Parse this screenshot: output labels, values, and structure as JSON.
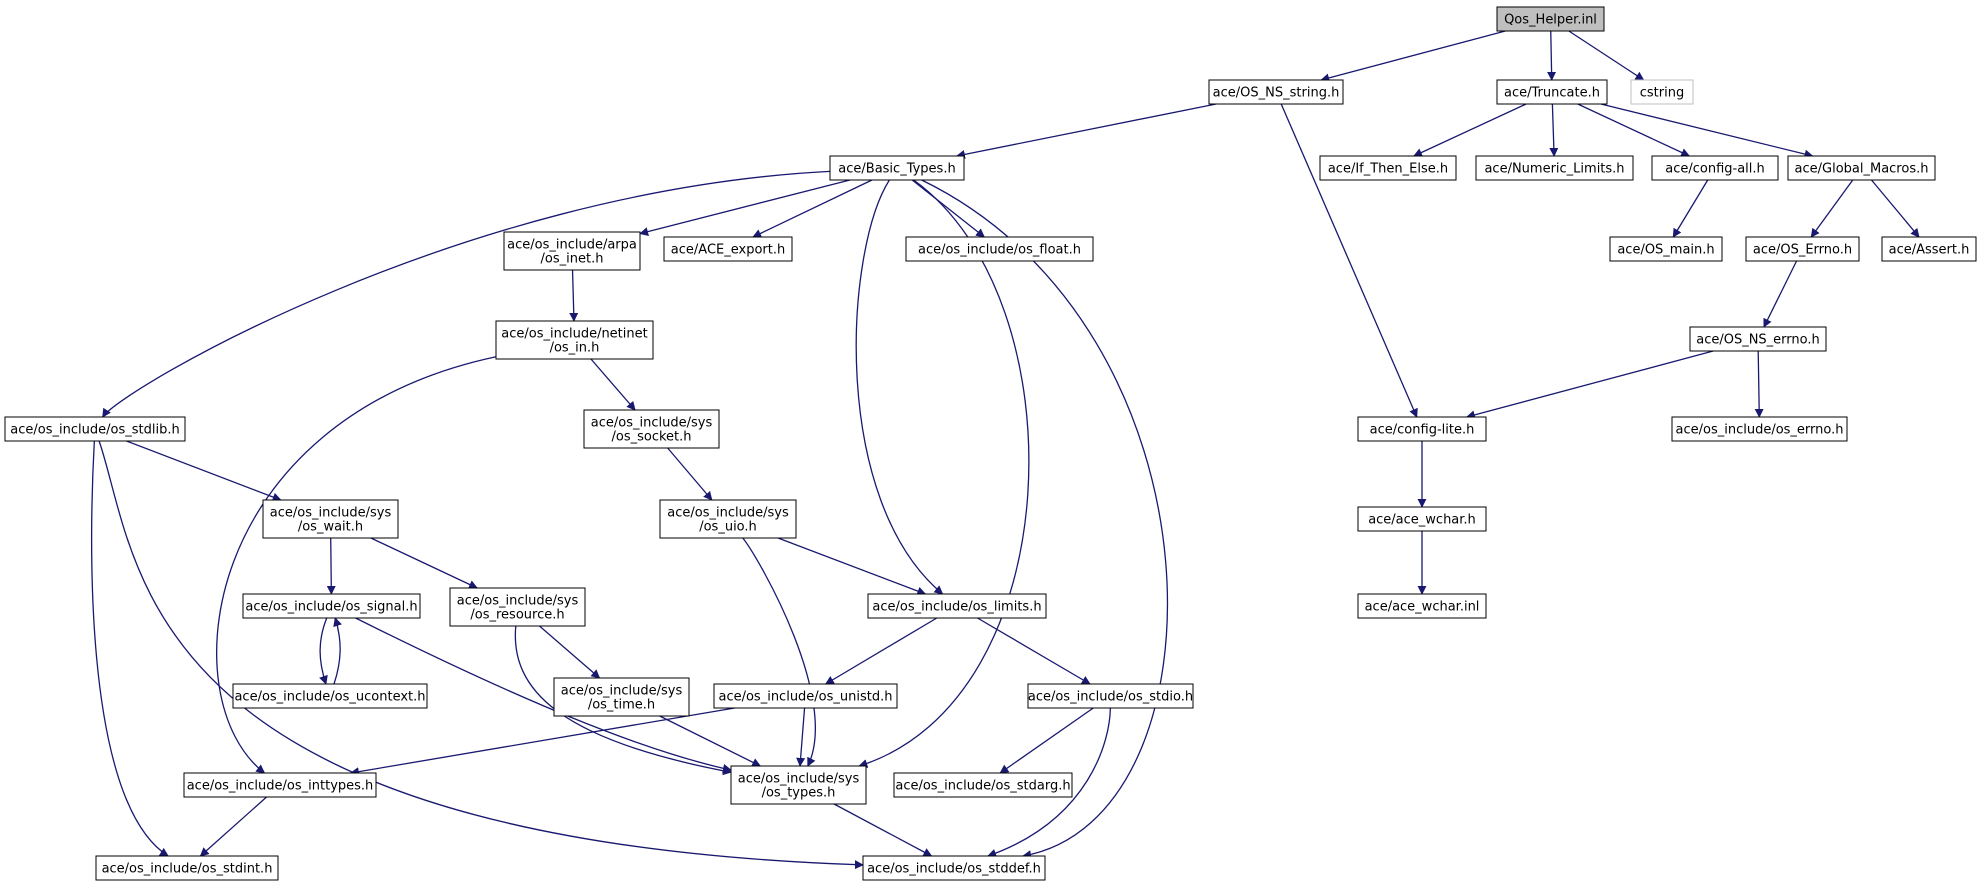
{
  "title": "Qos_Helper.inl",
  "colors": {
    "edge": "#191970",
    "root_fill": "#bfbfbf",
    "node_border": "#000000",
    "missing_border": "#bfbfbf",
    "node_fill": "#ffffff"
  },
  "nodes": [
    {
      "id": "qos_helper",
      "lines": [
        "Qos_Helper.inl"
      ],
      "style": "root"
    },
    {
      "id": "os_ns_string",
      "lines": [
        "ace/OS_NS_string.h"
      ]
    },
    {
      "id": "truncate",
      "lines": [
        "ace/Truncate.h"
      ]
    },
    {
      "id": "cstring",
      "lines": [
        "cstring"
      ],
      "style": "missing"
    },
    {
      "id": "basic_types",
      "lines": [
        "ace/Basic_Types.h"
      ]
    },
    {
      "id": "if_then_else",
      "lines": [
        "ace/If_Then_Else.h"
      ]
    },
    {
      "id": "numeric_limits",
      "lines": [
        "ace/Numeric_Limits.h"
      ]
    },
    {
      "id": "config_all",
      "lines": [
        "ace/config-all.h"
      ]
    },
    {
      "id": "global_macros",
      "lines": [
        "ace/Global_Macros.h"
      ]
    },
    {
      "id": "arpa_inet",
      "lines": [
        "ace/os_include/arpa",
        "/os_inet.h"
      ]
    },
    {
      "id": "ace_export",
      "lines": [
        "ace/ACE_export.h"
      ]
    },
    {
      "id": "os_float",
      "lines": [
        "ace/os_include/os_float.h"
      ]
    },
    {
      "id": "os_main",
      "lines": [
        "ace/OS_main.h"
      ]
    },
    {
      "id": "os_errno_cls",
      "lines": [
        "ace/OS_Errno.h"
      ]
    },
    {
      "id": "assert",
      "lines": [
        "ace/Assert.h"
      ]
    },
    {
      "id": "netinet_in",
      "lines": [
        "ace/os_include/netinet",
        "/os_in.h"
      ]
    },
    {
      "id": "os_ns_errno",
      "lines": [
        "ace/OS_NS_errno.h"
      ]
    },
    {
      "id": "os_stdlib",
      "lines": [
        "ace/os_include/os_stdlib.h"
      ]
    },
    {
      "id": "sys_socket",
      "lines": [
        "ace/os_include/sys",
        "/os_socket.h"
      ]
    },
    {
      "id": "config_lite",
      "lines": [
        "ace/config-lite.h"
      ]
    },
    {
      "id": "os_errno",
      "lines": [
        "ace/os_include/os_errno.h"
      ]
    },
    {
      "id": "sys_wait",
      "lines": [
        "ace/os_include/sys",
        "/os_wait.h"
      ]
    },
    {
      "id": "sys_uio",
      "lines": [
        "ace/os_include/sys",
        "/os_uio.h"
      ]
    },
    {
      "id": "ace_wchar_h",
      "lines": [
        "ace/ace_wchar.h"
      ]
    },
    {
      "id": "os_signal",
      "lines": [
        "ace/os_include/os_signal.h"
      ]
    },
    {
      "id": "sys_resource",
      "lines": [
        "ace/os_include/sys",
        "/os_resource.h"
      ]
    },
    {
      "id": "os_limits",
      "lines": [
        "ace/os_include/os_limits.h"
      ]
    },
    {
      "id": "ace_wchar_inl",
      "lines": [
        "ace/ace_wchar.inl"
      ]
    },
    {
      "id": "os_ucontext",
      "lines": [
        "ace/os_include/os_ucontext.h"
      ]
    },
    {
      "id": "sys_time",
      "lines": [
        "ace/os_include/sys",
        "/os_time.h"
      ]
    },
    {
      "id": "os_unistd",
      "lines": [
        "ace/os_include/os_unistd.h"
      ]
    },
    {
      "id": "os_stdio",
      "lines": [
        "ace/os_include/os_stdio.h"
      ]
    },
    {
      "id": "os_inttypes",
      "lines": [
        "ace/os_include/os_inttypes.h"
      ]
    },
    {
      "id": "sys_types",
      "lines": [
        "ace/os_include/sys",
        "/os_types.h"
      ]
    },
    {
      "id": "os_stdarg",
      "lines": [
        "ace/os_include/os_stdarg.h"
      ]
    },
    {
      "id": "os_stdint",
      "lines": [
        "ace/os_include/os_stdint.h"
      ]
    },
    {
      "id": "os_stddef",
      "lines": [
        "ace/os_include/os_stddef.h"
      ]
    }
  ],
  "edges": [
    [
      "qos_helper",
      "os_ns_string"
    ],
    [
      "qos_helper",
      "truncate"
    ],
    [
      "qos_helper",
      "cstring"
    ],
    [
      "os_ns_string",
      "basic_types"
    ],
    [
      "os_ns_string",
      "config_lite"
    ],
    [
      "truncate",
      "if_then_else"
    ],
    [
      "truncate",
      "numeric_limits"
    ],
    [
      "truncate",
      "config_all"
    ],
    [
      "truncate",
      "global_macros"
    ],
    [
      "config_all",
      "os_main"
    ],
    [
      "global_macros",
      "os_errno_cls"
    ],
    [
      "global_macros",
      "assert"
    ],
    [
      "os_errno_cls",
      "os_ns_errno"
    ],
    [
      "os_ns_errno",
      "config_lite"
    ],
    [
      "os_ns_errno",
      "os_errno"
    ],
    [
      "config_lite",
      "ace_wchar_h"
    ],
    [
      "ace_wchar_h",
      "ace_wchar_inl"
    ],
    [
      "basic_types",
      "os_stdlib"
    ],
    [
      "basic_types",
      "arpa_inet"
    ],
    [
      "basic_types",
      "ace_export"
    ],
    [
      "basic_types",
      "os_float"
    ],
    [
      "basic_types",
      "os_limits"
    ],
    [
      "basic_types",
      "sys_types"
    ],
    [
      "basic_types",
      "os_stddef"
    ],
    [
      "arpa_inet",
      "netinet_in"
    ],
    [
      "netinet_in",
      "sys_socket"
    ],
    [
      "netinet_in",
      "os_inttypes"
    ],
    [
      "sys_socket",
      "sys_uio"
    ],
    [
      "sys_uio",
      "os_limits"
    ],
    [
      "sys_uio",
      "sys_types"
    ],
    [
      "os_stdlib",
      "sys_wait"
    ],
    [
      "os_stdlib",
      "os_stdint"
    ],
    [
      "os_stdlib",
      "os_stddef"
    ],
    [
      "sys_wait",
      "os_signal"
    ],
    [
      "sys_wait",
      "sys_resource"
    ],
    [
      "os_signal",
      "os_ucontext"
    ],
    [
      "os_ucontext",
      "os_signal"
    ],
    [
      "os_signal",
      "sys_types"
    ],
    [
      "sys_resource",
      "sys_time"
    ],
    [
      "sys_resource",
      "sys_types"
    ],
    [
      "sys_time",
      "sys_types"
    ],
    [
      "os_limits",
      "os_unistd"
    ],
    [
      "os_limits",
      "os_stdio"
    ],
    [
      "os_unistd",
      "os_inttypes"
    ],
    [
      "os_unistd",
      "sys_types"
    ],
    [
      "os_stdio",
      "os_stdarg"
    ],
    [
      "os_stdio",
      "os_stddef"
    ],
    [
      "os_inttypes",
      "os_stdint"
    ],
    [
      "sys_types",
      "os_stddef"
    ]
  ]
}
